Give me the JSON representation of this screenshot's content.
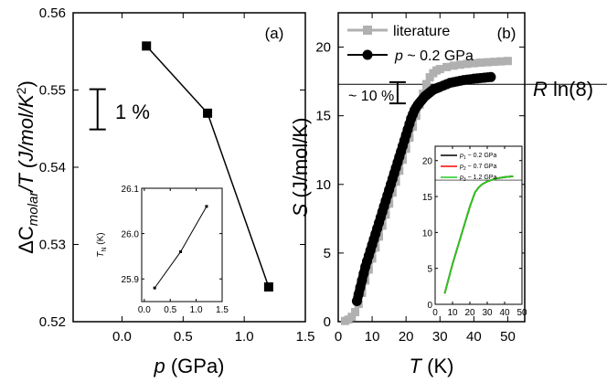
{
  "colors": {
    "axis": "#000000",
    "literature": "#b0b0b0",
    "measured": "#000000",
    "inset_p1": "#000000",
    "inset_p2": "#ff0000",
    "inset_p3": "#22cc22"
  },
  "labels": {
    "a_panel": "(a)",
    "a_ylabel_main": "ΔC",
    "a_ylabel_sub": "molar",
    "a_ylabel_rest": "/T (J/mol/K",
    "a_ylabel_sup": "2",
    "a_ylabel_close": ")",
    "a_xlabel_p": "p",
    "a_xlabel_unit": " (GPa)",
    "a_bar_text": "1 %",
    "a_inset_ylabel_main": "T",
    "a_inset_ylabel_sub": "N",
    "a_inset_ylabel_unit": " (K)",
    "b_panel": "(b)",
    "b_ylabel_S": "S",
    "b_ylabel_unit": " (J/mol/K)",
    "b_xlabel_T": "T",
    "b_xlabel_unit": " (K)",
    "b_legend_lit": "literature",
    "b_legend_p": "p",
    "b_legend_p_rest": " ~ 0.2 GPa",
    "b_bar_text": "~ 10 %",
    "b_rln_R": "R",
    "b_rln_rest": " ln(8)",
    "b_inset_leg1_p": "p",
    "b_inset_leg1_sub": "1",
    "b_inset_leg1_rest": " ~ 0.2 GPa",
    "b_inset_leg2_p": "p",
    "b_inset_leg2_sub": "2",
    "b_inset_leg2_rest": " ~ 0.7 GPa",
    "b_inset_leg3_p": "p",
    "b_inset_leg3_sub": "3",
    "b_inset_leg3_rest": " ~ 1.2 GPa"
  },
  "chart_data": [
    {
      "type": "line",
      "panel": "(a)",
      "xlabel": "p (GPa)",
      "ylabel": "ΔC_molar/T (J/mol/K^2)",
      "xlim": [
        -0.4,
        1.5
      ],
      "ylim": [
        0.52,
        0.56
      ],
      "xticks": [
        0.0,
        0.5,
        1.0,
        1.5
      ],
      "xtick_labels": [
        "0.0",
        "0.5",
        "1.0",
        "1.5"
      ],
      "yticks": [
        0.52,
        0.53,
        0.54,
        0.55,
        0.56
      ],
      "ytick_labels": [
        "0.52",
        "0.53",
        "0.54",
        "0.55",
        "0.56"
      ],
      "x": [
        0.2,
        0.7,
        1.2
      ],
      "y": [
        0.5557,
        0.547,
        0.5245
      ],
      "annotation": {
        "text": "1 %",
        "y_range": [
          0.5449,
          0.5501
        ],
        "x": -0.2
      },
      "inset": {
        "type": "line",
        "ylabel": "T_N (K)",
        "xlim": [
          -0.05,
          1.5
        ],
        "ylim": [
          25.85,
          26.1
        ],
        "xticks": [
          0.0,
          0.5,
          1.0,
          1.5
        ],
        "xtick_labels": [
          "0.0",
          "0.5",
          "1.0",
          "1.5"
        ],
        "yticks": [
          25.9,
          26.0,
          26.1
        ],
        "ytick_labels": [
          "25.9",
          "26.0",
          "26.1"
        ],
        "x": [
          0.2,
          0.7,
          1.2
        ],
        "y": [
          25.88,
          25.96,
          26.06
        ]
      }
    },
    {
      "type": "scatter",
      "panel": "(b)",
      "xlabel": "T (K)",
      "ylabel": "S (J/mol/K)",
      "xlim": [
        0,
        55
      ],
      "ylim": [
        0,
        22.5
      ],
      "xticks": [
        0,
        10,
        20,
        30,
        40,
        50
      ],
      "xtick_labels": [
        "0",
        "10",
        "20",
        "30",
        "40",
        "50"
      ],
      "yticks": [
        0,
        5,
        10,
        15,
        20
      ],
      "ytick_labels": [
        "0",
        "5",
        "10",
        "15",
        "20"
      ],
      "legend": "top",
      "reference_line": {
        "label": "R ln(8)",
        "y": 17.29
      },
      "annotation": {
        "text": "~ 10 %",
        "y_range": [
          15.9,
          17.45
        ],
        "x": 17.5
      },
      "series": [
        {
          "name": "literature",
          "marker": "square",
          "x": [
            2,
            3,
            4,
            5,
            6,
            7,
            8,
            9,
            10,
            11,
            12,
            13,
            14,
            15,
            16,
            17,
            18,
            19,
            20,
            21,
            22,
            23,
            24,
            25,
            26,
            27,
            28,
            29,
            30,
            32,
            34,
            36,
            38,
            40,
            42,
            44,
            46,
            48,
            50
          ],
          "y": [
            0.05,
            0.15,
            0.35,
            0.7,
            1.3,
            2.1,
            3.0,
            3.8,
            4.6,
            5.4,
            6.2,
            7.0,
            7.8,
            8.6,
            9.4,
            10.2,
            11.0,
            11.8,
            12.6,
            13.4,
            14.2,
            15.0,
            15.8,
            16.6,
            17.3,
            17.8,
            18.1,
            18.3,
            18.4,
            18.55,
            18.65,
            18.72,
            18.78,
            18.83,
            18.87,
            18.9,
            18.93,
            18.96,
            18.99
          ]
        },
        {
          "name": "p ~ 0.2 GPa",
          "marker": "circle",
          "x": [
            5.5,
            6,
            6.5,
            7,
            7.5,
            8,
            8.5,
            9,
            9.5,
            10,
            10.5,
            11,
            11.5,
            12,
            12.5,
            13,
            13.5,
            14,
            14.5,
            15,
            15.5,
            16,
            16.5,
            17,
            17.5,
            18,
            18.5,
            19,
            19.5,
            20,
            20.5,
            21,
            21.5,
            22,
            22.5,
            23,
            23.5,
            24,
            24.5,
            25,
            25.5,
            26,
            26.5,
            27,
            27.5,
            28,
            28.5,
            29,
            29.5,
            30,
            31,
            32,
            33,
            34,
            35,
            36,
            37,
            38,
            39,
            40,
            41,
            42,
            43,
            44,
            45
          ],
          "y": [
            1.5,
            2.0,
            2.5,
            3.0,
            3.5,
            4.0,
            4.4,
            4.8,
            5.2,
            5.6,
            6.0,
            6.4,
            6.8,
            7.2,
            7.6,
            8.0,
            8.4,
            8.8,
            9.2,
            9.6,
            10.0,
            10.4,
            10.8,
            11.2,
            11.6,
            12.0,
            12.4,
            12.8,
            13.2,
            13.6,
            14.0,
            14.4,
            14.8,
            15.1,
            15.4,
            15.6,
            15.8,
            15.95,
            16.1,
            16.25,
            16.4,
            16.5,
            16.6,
            16.7,
            16.8,
            16.9,
            16.95,
            17.0,
            17.05,
            17.1,
            17.2,
            17.3,
            17.4,
            17.45,
            17.5,
            17.55,
            17.6,
            17.63,
            17.66,
            17.7,
            17.72,
            17.75,
            17.77,
            17.8,
            17.82
          ]
        }
      ],
      "inset": {
        "type": "line",
        "xlim": [
          0,
          50
        ],
        "ylim": [
          0,
          22
        ],
        "xticks": [
          0,
          10,
          20,
          30,
          40,
          50
        ],
        "xtick_labels": [
          "0",
          "10",
          "20",
          "30",
          "40",
          "50"
        ],
        "yticks": [
          0,
          5,
          10,
          15,
          20
        ],
        "ytick_labels": [
          "0",
          "5",
          "10",
          "15",
          "20"
        ],
        "reference_line": {
          "y": 17.29
        },
        "series": [
          {
            "name": "p1 ~ 0.2 GPa",
            "x": [
              5.5,
              10,
              15,
              20,
              23,
              25,
              27,
              30,
              35,
              40,
              45
            ],
            "y": [
              1.5,
              5.6,
              9.6,
              13.6,
              15.6,
              16.25,
              16.7,
              17.1,
              17.5,
              17.7,
              17.82
            ]
          },
          {
            "name": "p2 ~ 0.7 GPa",
            "x": [
              5.5,
              10,
              15,
              20,
              23,
              25,
              27,
              30,
              35,
              40,
              45
            ],
            "y": [
              1.5,
              5.6,
              9.6,
              13.6,
              15.6,
              16.25,
              16.7,
              17.1,
              17.5,
              17.7,
              17.82
            ]
          },
          {
            "name": "p3 ~ 1.2 GPa",
            "x": [
              5.5,
              10,
              15,
              20,
              23,
              25,
              27,
              30,
              35,
              40,
              45
            ],
            "y": [
              1.5,
              5.6,
              9.6,
              13.6,
              15.6,
              16.25,
              16.7,
              17.1,
              17.5,
              17.7,
              17.82
            ]
          }
        ]
      }
    }
  ]
}
